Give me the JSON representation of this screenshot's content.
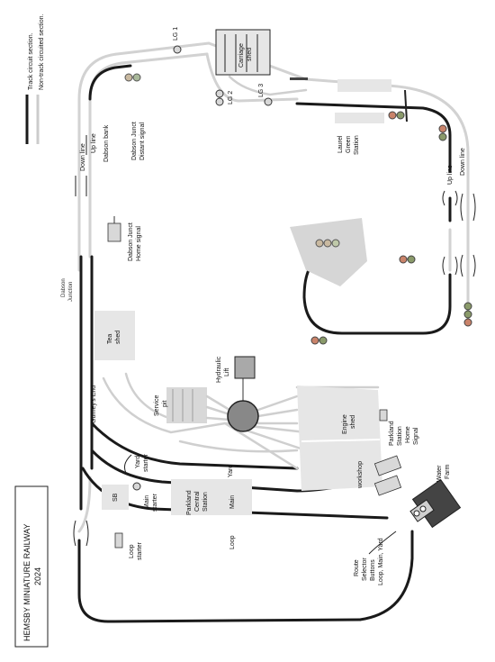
{
  "title": {
    "line1": "HEMSBY MINIATURE RAILWAY",
    "line2": "2024"
  },
  "legend": {
    "track_circuit": "Track circuit section.",
    "non_track_circuit": "Non-track circuited section."
  },
  "labels": {
    "lg1": "LG 1",
    "lg2": "LG 2",
    "lg3": "LG 3",
    "carriage_shed_1": "Carriage",
    "carriage_shed_2": "shed",
    "dabson_distant_1": "Dabson Junct",
    "dabson_distant_2": "Distant signal",
    "down_line_left": "Down line",
    "up_line_left": "Up line",
    "dabson_bank": "Dabson bank",
    "dabson_home_1": "Dabson Junct",
    "dabson_home_2": "Home signal",
    "dabson_junction_1": "Dabson",
    "dabson_junction_2": "Junction",
    "laurel_1": "Laurel",
    "laurel_2": "Green",
    "laurel_3": "Station",
    "up_line_right": "Up line",
    "down_line_right": "Down line",
    "tea_shed_1": "Tea",
    "tea_shed_2": "shed",
    "hydraulic_1": "Hydraulic",
    "hydraulic_2": "Lift",
    "gurneys_end": "Gurney's End",
    "service_pit_1": "Service",
    "service_pit_2": "pit",
    "engine_shed_1": "Engine",
    "engine_shed_2": "shed",
    "workshop": "workshop",
    "parkland_home_1": "Parkland",
    "parkland_home_2": "Station",
    "parkland_home_3": "Home",
    "parkland_home_4": "Signal",
    "yard_starter_1": "Yard",
    "yard_starter_2": "starter",
    "yard": "Yard",
    "sb": "SB",
    "main_starter_1": "Main",
    "main_starter_2": "starter",
    "parkland_central_1": "Parkland",
    "parkland_central_2": "Central",
    "parkland_central_3": "Station",
    "main": "Main",
    "loop": "Loop",
    "loop_starter_1": "Loop",
    "loop_starter_2": "starter",
    "water_farm_1": "Water",
    "water_farm_2": "Farm",
    "route_1": "Route",
    "route_2": "Selector",
    "route_3": "Buttons",
    "route_4": "Loop, Main, Yard"
  },
  "colors": {
    "track_circuit": "#1a1a1a",
    "non_track_circuit": "#d2d2d2",
    "shed_fill": "#e6e6e6",
    "signal_green": "#8a9a6a",
    "signal_red": "#c9836a",
    "hydraulic_lift": "#a9a9a9"
  }
}
